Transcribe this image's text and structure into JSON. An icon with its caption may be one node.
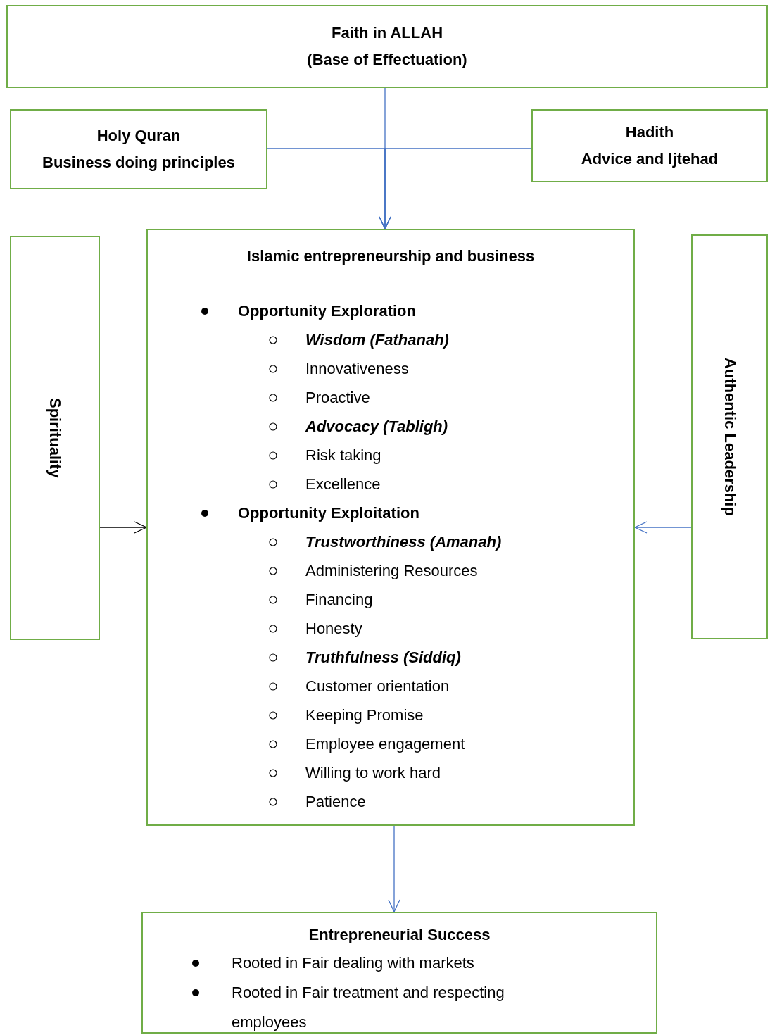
{
  "diagram": {
    "nodes": [
      {
        "text": [
          "Faith in ALLAH",
          "(Base of Effectuation)"
        ]
      },
      {
        "text": [
          "Holy Quran",
          "Business doing principles"
        ]
      },
      {
        "text": [
          "Hadith",
          "Advice and Ijtehad"
        ]
      },
      {
        "text": [
          "Spirituality"
        ]
      },
      {
        "text": [
          "Islamic entrepreneurship and business",
          "Opportunity Exploration",
          "Wisdom (Fathanah)",
          "Innovativeness",
          "Proactive",
          "Advocacy (Tabligh)",
          "Risk taking",
          "Excellence",
          "Opportunity Exploitation",
          "Trustworthiness (Amanah)",
          "Administering Resources",
          "Financing",
          "Honesty",
          "Truthfulness (Siddiq)",
          "Customer orientation",
          "Keeping Promise",
          "Employee engagement",
          "Willing to work hard",
          "Patience"
        ]
      },
      {
        "text": [
          "Authentic Leadership"
        ]
      },
      {
        "text": [
          "Entrepreneurial Success",
          "Rooted in Fair dealing with markets",
          "Rooted in Fair treatment and respecting employees"
        ]
      }
    ],
    "edges": [
      {
        "from": 0,
        "to": 4,
        "arrow": "to"
      },
      {
        "from": 1,
        "to": 4,
        "arrow": "to"
      },
      {
        "from": 2,
        "to": 4,
        "arrow": "to"
      },
      {
        "from": 3,
        "to": 4,
        "arrow": "to",
        "color": "#000000"
      },
      {
        "from": 5,
        "to": 4,
        "arrow": "to"
      },
      {
        "from": 4,
        "to": 6,
        "arrow": "to"
      }
    ]
  }
}
